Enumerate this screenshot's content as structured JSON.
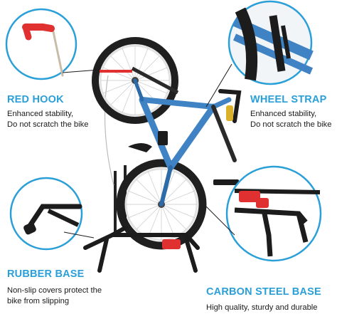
{
  "colors": {
    "title_blue": "#2a9fd8",
    "frame_blue": "#3f83c4",
    "frame_dark": "#2d6aa8",
    "stand_black": "#1c1c1c",
    "hook_red": "#e03030",
    "rim_light": "#e7e7e7",
    "tire_dark": "#202020",
    "accent_yellow": "#d9b12a"
  },
  "features": {
    "red_hook": {
      "title": "RED HOOK",
      "desc_line1": "Enhanced stability,",
      "desc_line2": "Do not scratch the bike"
    },
    "wheel_strap": {
      "title": "WHEEL STRAP",
      "desc_line1": "Enhanced stability,",
      "desc_line2": "Do not scratch the bike"
    },
    "rubber_base": {
      "title": "RUBBER BASE",
      "desc_line1": "Non-slip covers protect the",
      "desc_line2": "bike from slipping"
    },
    "carbon_steel_base": {
      "title": "CARBON STEEL BASE",
      "desc_line1": "High quality, sturdy and durable"
    }
  },
  "icons": {
    "hook": "red-hook-icon",
    "strap": "wheel-strap-icon",
    "rubber": "rubber-base-icon",
    "steel": "carbon-steel-base-icon"
  }
}
